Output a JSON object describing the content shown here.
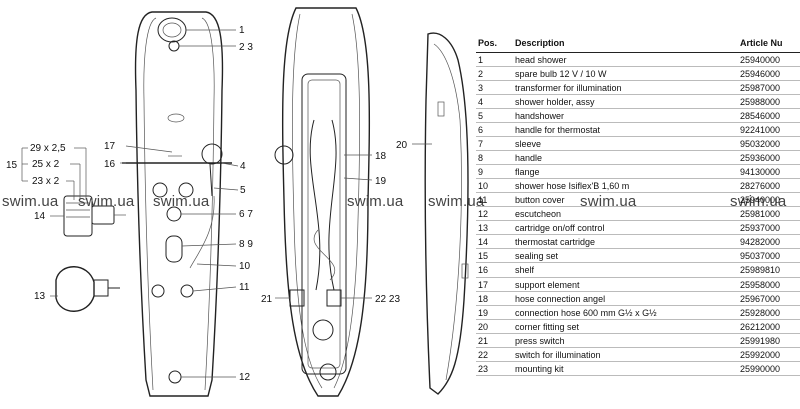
{
  "table": {
    "headers": {
      "pos": "Pos.",
      "description": "Description",
      "article": "Article Nu"
    },
    "rows": [
      {
        "pos": "1",
        "description": "head shower",
        "article": "25940000"
      },
      {
        "pos": "2",
        "description": "spare bulb 12 V / 10 W",
        "article": "25946000"
      },
      {
        "pos": "3",
        "description": "transformer for illumination",
        "article": "25987000"
      },
      {
        "pos": "4",
        "description": "shower holder, assy",
        "article": "25988000"
      },
      {
        "pos": "5",
        "description": "handshower",
        "article": "28546000"
      },
      {
        "pos": "6",
        "description": "handle for thermostat",
        "article": "92241000"
      },
      {
        "pos": "7",
        "description": "sleeve",
        "article": "95032000"
      },
      {
        "pos": "8",
        "description": "handle",
        "article": "25936000"
      },
      {
        "pos": "9",
        "description": "flange",
        "article": "94130000"
      },
      {
        "pos": "10",
        "description": "shower hose Isiflex'B 1,60 m",
        "article": "28276000"
      },
      {
        "pos": "11",
        "description": "button cover",
        "article": "25940000"
      },
      {
        "pos": "12",
        "description": "escutcheon",
        "article": "25981000"
      },
      {
        "pos": "13",
        "description": "cartridge on/off control",
        "article": "25937000"
      },
      {
        "pos": "14",
        "description": "thermostat cartridge",
        "article": "94282000"
      },
      {
        "pos": "15",
        "description": "sealing set",
        "article": "95037000"
      },
      {
        "pos": "16",
        "description": "shelf",
        "article": "25989810"
      },
      {
        "pos": "17",
        "description": "support element",
        "article": "25958000"
      },
      {
        "pos": "18",
        "description": "hose connection angel",
        "article": "25967000"
      },
      {
        "pos": "19",
        "description": "connection hose 600 mm  G½ x G½",
        "article": "25928000"
      },
      {
        "pos": "20",
        "description": "corner fitting set",
        "article": "26212000"
      },
      {
        "pos": "21",
        "description": "press switch",
        "article": "25991980"
      },
      {
        "pos": "22",
        "description": "switch for illumination",
        "article": "25992000"
      },
      {
        "pos": "23",
        "description": "mounting kit",
        "article": "25990000"
      }
    ]
  },
  "watermarks": [
    "swim.ua",
    "swim.ua",
    "swim.ua",
    "swim.ua",
    "swim.ua",
    "swim.ua",
    "swim.ua"
  ],
  "callouts": {
    "front": {
      "c1": "1",
      "c23": "2 3",
      "c17": "17",
      "c16": "16",
      "c4": "4",
      "c5": "5",
      "c67": "6 7",
      "c89": "8 9",
      "c10": "10",
      "c11": "11",
      "c12": "12",
      "c14": "14",
      "c13": "13",
      "c15": "15",
      "s29": "29 x 2,5",
      "s25": "25 x 2",
      "s23": "23 x 2"
    },
    "back": {
      "c18": "18",
      "c19": "19",
      "c21": "21",
      "c2223": "22 23"
    },
    "side": {
      "c20": "20"
    }
  }
}
